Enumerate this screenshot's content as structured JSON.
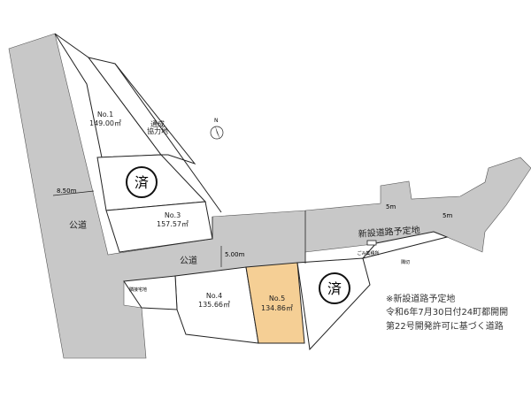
{
  "colors": {
    "road": "#c8c8c8",
    "highlight": "#f5cf95",
    "line": "#222222"
  },
  "lots": [
    {
      "no": "No.1",
      "area": "149.00㎡"
    },
    {
      "no": "No.3",
      "area": "157.57㎡"
    },
    {
      "no": "No.4",
      "area": "135.66㎡"
    },
    {
      "no": "No.5",
      "area": "134.86㎡",
      "highlighted": true
    }
  ],
  "sold_mark": "済",
  "labels": {
    "cooperation_land": [
      "通成",
      "協力地"
    ],
    "public_road": "公道",
    "new_road": "新設道路予定地",
    "neighbor": "隣接宅地",
    "garbage": "ごみ集積所",
    "corner": "隅切"
  },
  "dimensions": {
    "left_road": "8.50m",
    "public_road": "5.00m",
    "new_road_a": "5m",
    "new_road_b": "5m"
  },
  "compass": "N",
  "note": [
    "※新設道路予定地",
    "令和6年7月30日付24町都開開",
    "第22号開発許可に基づく道路"
  ]
}
